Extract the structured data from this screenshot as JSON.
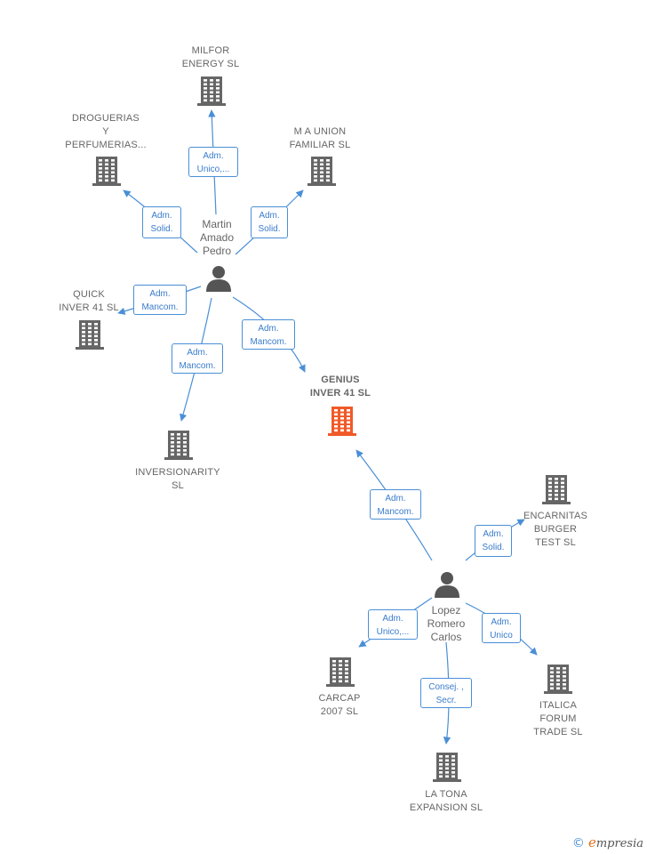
{
  "colors": {
    "edge": "#4a8fd6",
    "building": "#666666",
    "focus_building": "#f05a28",
    "person": "#555555"
  },
  "companies": [
    {
      "id": "milfor",
      "lines": [
        "MILFOR",
        "ENERGY  SL"
      ],
      "icon": "building-icon"
    },
    {
      "id": "droguerias",
      "lines": [
        "DROGUERIAS",
        "Y",
        "PERFUMERIAS..."
      ],
      "icon": "building-icon"
    },
    {
      "id": "maunion",
      "lines": [
        "M A UNION",
        "FAMILIAR SL"
      ],
      "icon": "building-icon"
    },
    {
      "id": "quick",
      "lines": [
        "QUICK",
        "INVER 41  SL"
      ],
      "icon": "building-icon"
    },
    {
      "id": "genius",
      "lines": [
        "GENIUS",
        "INVER 41  SL"
      ],
      "icon": "building-icon",
      "focus": true
    },
    {
      "id": "inversionarity",
      "lines": [
        "INVERSIONARITY",
        "SL"
      ],
      "icon": "building-icon"
    },
    {
      "id": "encarnitas",
      "lines": [
        "ENCARNITAS",
        "BURGER",
        "TEST  SL"
      ],
      "icon": "building-icon"
    },
    {
      "id": "carcap",
      "lines": [
        "CARCAP",
        "2007 SL"
      ],
      "icon": "building-icon"
    },
    {
      "id": "italica",
      "lines": [
        "ITALICA",
        "FORUM",
        "TRADE SL"
      ],
      "icon": "building-icon"
    },
    {
      "id": "latona",
      "lines": [
        "LA TONA",
        "EXPANSION  SL"
      ],
      "icon": "building-icon"
    }
  ],
  "persons": [
    {
      "id": "martin",
      "lines": [
        "Martin",
        "Amado",
        "Pedro"
      ],
      "icon": "person-icon"
    },
    {
      "id": "lopez",
      "lines": [
        "Lopez",
        "Romero",
        "Carlos"
      ],
      "icon": "person-icon"
    }
  ],
  "relations": [
    {
      "from": "martin",
      "to": "milfor",
      "lines": [
        "Adm.",
        "Unico,..."
      ]
    },
    {
      "from": "martin",
      "to": "droguerias",
      "lines": [
        "Adm.",
        "Solid."
      ]
    },
    {
      "from": "martin",
      "to": "maunion",
      "lines": [
        "Adm.",
        "Solid."
      ]
    },
    {
      "from": "martin",
      "to": "quick",
      "lines": [
        "Adm.",
        "Mancom."
      ]
    },
    {
      "from": "martin",
      "to": "genius",
      "lines": [
        "Adm.",
        "Mancom."
      ]
    },
    {
      "from": "martin",
      "to": "inversionarity",
      "lines": [
        "Adm.",
        "Mancom."
      ]
    },
    {
      "from": "lopez",
      "to": "genius",
      "lines": [
        "Adm.",
        "Mancom."
      ]
    },
    {
      "from": "lopez",
      "to": "encarnitas",
      "lines": [
        "Adm.",
        "Solid."
      ]
    },
    {
      "from": "lopez",
      "to": "carcap",
      "lines": [
        "Adm.",
        "Unico,..."
      ]
    },
    {
      "from": "lopez",
      "to": "italica",
      "lines": [
        "Adm.",
        "Unico"
      ]
    },
    {
      "from": "lopez",
      "to": "latona",
      "lines": [
        "Consej. ,",
        "Secr."
      ]
    }
  ],
  "brand": {
    "copyright": "©",
    "initial": "e",
    "rest": "mpresia"
  }
}
